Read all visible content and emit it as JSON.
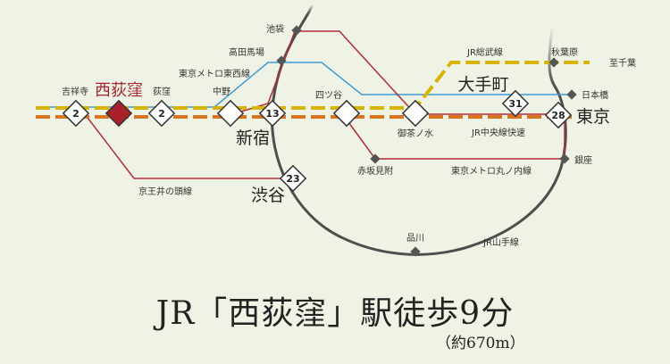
{
  "colors": {
    "background": "#eef3e6",
    "chuo_rapid": "#d9741f",
    "sobu": "#d8b400",
    "marunouchi": "#b72b37",
    "tozai": "#3a9bd5",
    "yamanote": "#4e4e4e",
    "inokashira": "#b72b37",
    "highlight_station": "#a8212b"
  },
  "stations": {
    "kichijoji": "吉祥寺",
    "nishiogikubo": "西荻窪",
    "ogikubo": "荻窪",
    "nakano": "中野",
    "shinjuku": "新宿",
    "yotsuya": "四ツ谷",
    "ochanomizu": "御茶ノ水",
    "otemachi": "大手町",
    "tokyo": "東京",
    "akasaka_mitsuke": "赤坂見附",
    "ginza": "銀座",
    "nihombashi": "日本橋",
    "akihabara": "秋葉原",
    "ikebukuro": "池袋",
    "takadanobaba": "高田馬場",
    "shibuya": "渋谷",
    "shinagawa": "品川"
  },
  "lines": {
    "sobu": "JR総武線",
    "to_chiba": "至千葉",
    "tozai": "東京メトロ東西線",
    "chuo_rapid": "JR中央線快速",
    "marunouchi": "東京メトロ丸ノ内線",
    "inokashira": "京王井の頭線",
    "yamanote": "JR山手線"
  },
  "minutes": {
    "kichijoji": "2",
    "ogikubo": "2",
    "shinjuku": "13",
    "otemachi": "31",
    "tokyo": "28",
    "shibuya": "23"
  },
  "headline": "JR「西荻窪」駅徒歩9分",
  "subline": "（約670m）"
}
